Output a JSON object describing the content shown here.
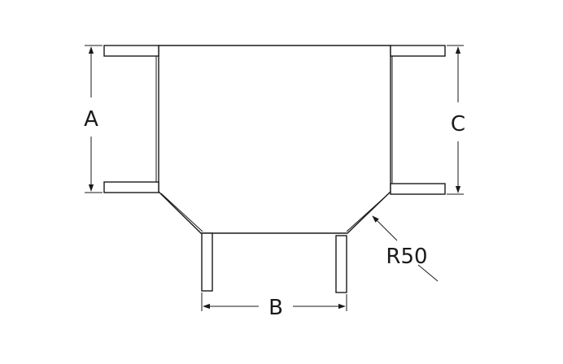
{
  "drawing": {
    "dimensions": {
      "a_label": "A",
      "b_label": "B",
      "c_label": "C",
      "radius_label": "R50"
    },
    "colors": {
      "stroke": "#1a1a1a",
      "background": "#ffffff"
    }
  }
}
